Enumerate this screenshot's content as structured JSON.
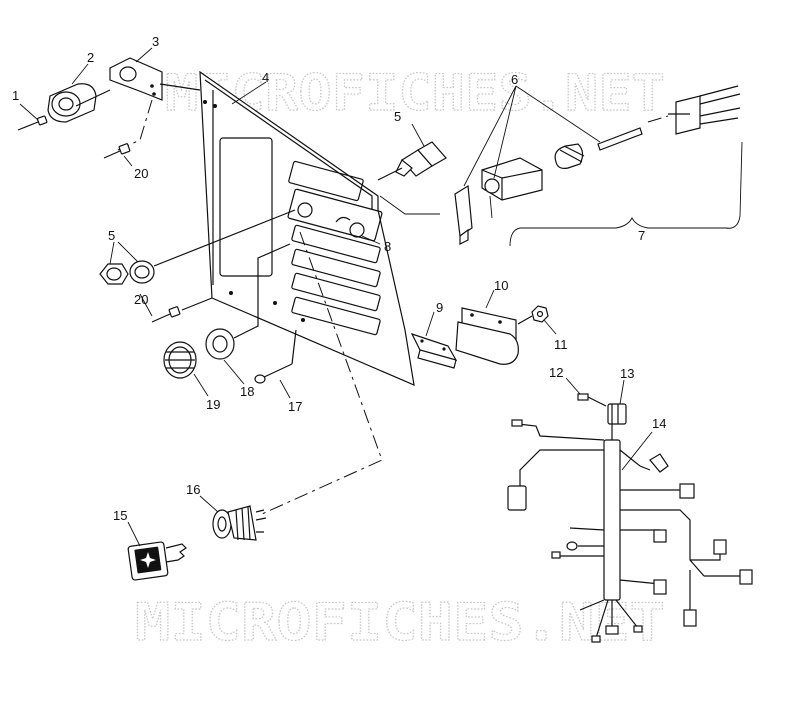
{
  "watermarks": [
    "MICROFICHES.NET",
    "MICROFICHES.NET"
  ],
  "callouts": {
    "n1": "1",
    "n2": "2",
    "n3": "3",
    "n4": "4",
    "n5a": "5",
    "n5b": "5",
    "n6": "6",
    "n7": "7",
    "n8": "8",
    "n9": "9",
    "n10": "10",
    "n11": "11",
    "n12": "12",
    "n13": "13",
    "n14": "14",
    "n15": "15",
    "n16": "16",
    "n17": "17",
    "n18": "18",
    "n19": "19",
    "n20a": "20",
    "n20b": "20"
  },
  "colors": {
    "ink": "#111111",
    "watermark": "#c8c8c8",
    "background": "#ffffff"
  }
}
